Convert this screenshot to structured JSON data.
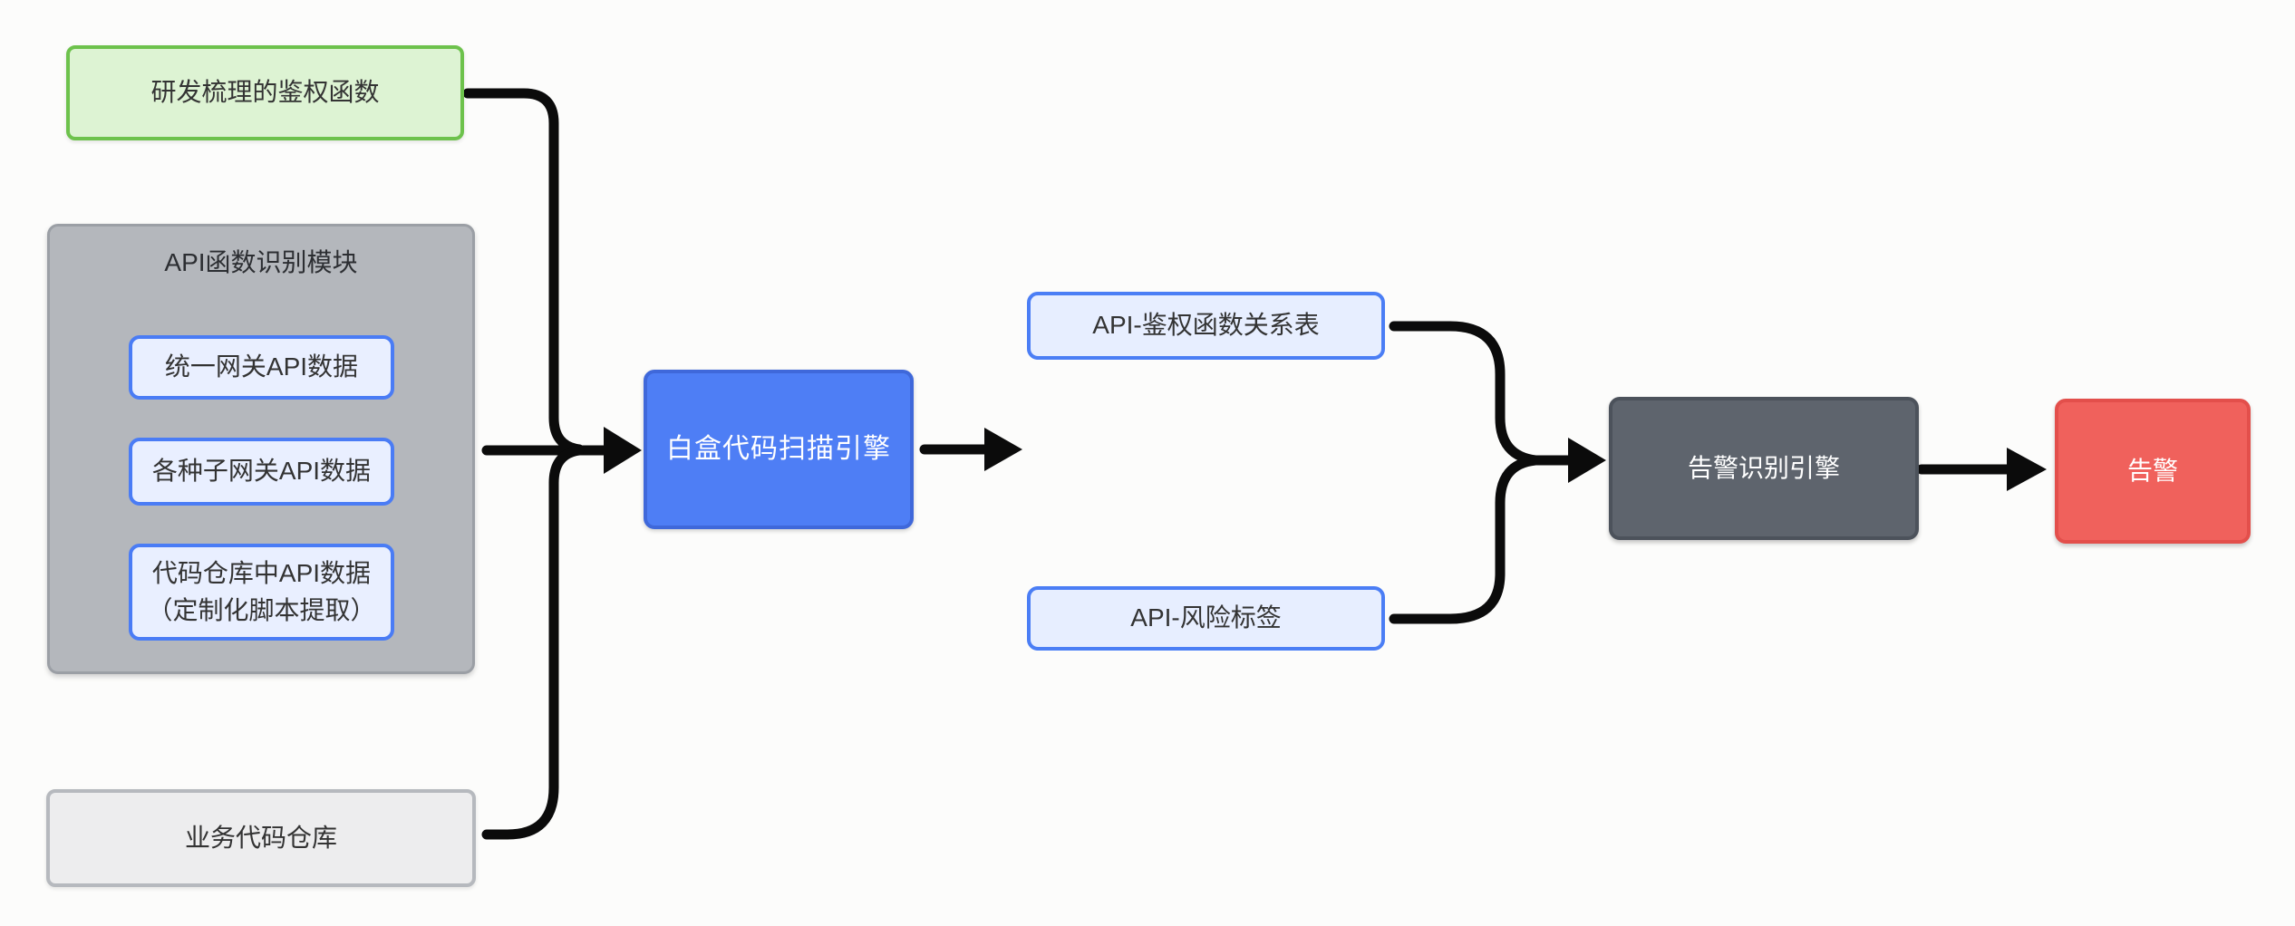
{
  "canvas": {
    "background": "#fcfcfb",
    "connector_color": "#0b0b0b"
  },
  "nodes": {
    "auth_functions": {
      "label": "研发梳理的鉴权函数",
      "fill": "#ddf3d3",
      "border": "#6dc24c",
      "text_color": "#333333"
    },
    "api_module": {
      "title": "API函数识别模块",
      "fill": "#b4b7bc",
      "border": "#9b9fa5",
      "text_color": "#2c2e32",
      "child_fill": "#e9efff",
      "child_border": "#4a7cf5",
      "children": [
        {
          "label": "统一网关API数据"
        },
        {
          "label": "各种子网关API数据"
        },
        {
          "label": "代码仓库中API数据\n（定制化脚本提取）"
        }
      ]
    },
    "business_repo": {
      "label": "业务代码仓库",
      "fill": "#ededee",
      "border": "#b6b9be",
      "text_color": "#333333"
    },
    "scan_engine": {
      "label": "白盒代码扫描引擎",
      "fill": "#4e7ef5",
      "border": "#3f68da",
      "text_color": "#ffffff"
    },
    "api_auth_table": {
      "label": "API-鉴权函数关系表",
      "fill": "#e7eeff",
      "border": "#4b7ef5",
      "text_color": "#333333"
    },
    "api_risk_tag": {
      "label": "API-风险标签",
      "fill": "#e7eeff",
      "border": "#4b7ef5",
      "text_color": "#333333"
    },
    "alert_engine": {
      "label": "告警识别引擎",
      "fill": "#5e646d",
      "border": "#4c525b",
      "text_color": "#ffffff"
    },
    "alert": {
      "label": "告警",
      "fill": "#f0615c",
      "border": "#e34f4b",
      "text_color": "#ffffff"
    }
  }
}
